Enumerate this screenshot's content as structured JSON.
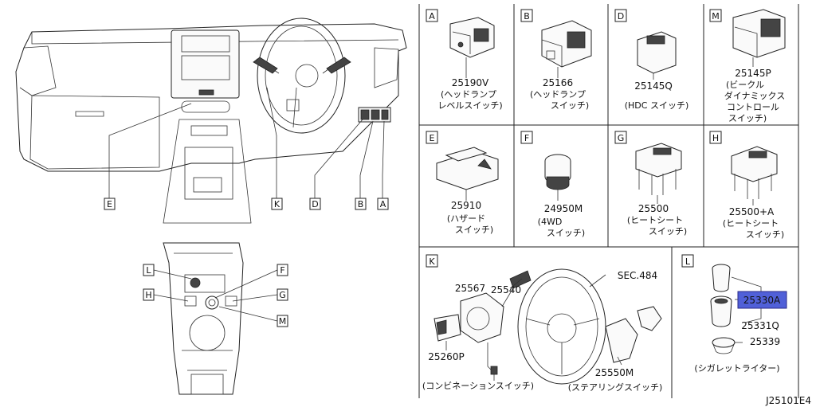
{
  "highlight_color": "#5060d8",
  "footer_code": "J25101E4",
  "overview": {
    "callouts": [
      "E",
      "K",
      "D",
      "B",
      "A"
    ]
  },
  "console": {
    "callouts": [
      "L",
      "H",
      "F",
      "G",
      "M"
    ]
  },
  "panels": {
    "A": {
      "letter": "A",
      "part_no": "25190V",
      "desc": [
        "(ヘッドランプ",
        "レベルスイッチ)"
      ]
    },
    "B": {
      "letter": "B",
      "part_no": "25166",
      "desc": [
        "(ヘッドランプ",
        "スイッチ)"
      ]
    },
    "D": {
      "letter": "D",
      "part_no": "25145Q",
      "desc": [
        "(HDC スイッチ)"
      ]
    },
    "M": {
      "letter": "M",
      "part_no": "25145P",
      "desc": [
        "(ビークル",
        "ダイナミックス",
        "コントロール",
        "スイッチ)"
      ]
    },
    "E": {
      "letter": "E",
      "part_no": "25910",
      "desc": [
        "(ハザード",
        "スイッチ)"
      ]
    },
    "F": {
      "letter": "F",
      "part_no": "24950M",
      "desc": [
        "(4WD",
        "スイッチ)"
      ]
    },
    "G": {
      "letter": "G",
      "part_no": "25500",
      "desc": [
        "(ヒートシート",
        "スイッチ)"
      ]
    },
    "H": {
      "letter": "H",
      "part_no": "25500+A",
      "desc": [
        "(ヒートシート",
        "スイッチ)"
      ]
    },
    "K": {
      "letter": "K",
      "parts": [
        "25540",
        "25567",
        "SEC.484",
        "25260P",
        "25550M"
      ],
      "desc_left": "(コンビネーションスイッチ)",
      "desc_right": "(ステアリングスイッチ)"
    },
    "L": {
      "letter": "L",
      "parts": [
        "25330A",
        "25331Q",
        "25339"
      ],
      "desc": "(シガレットライター)"
    }
  }
}
